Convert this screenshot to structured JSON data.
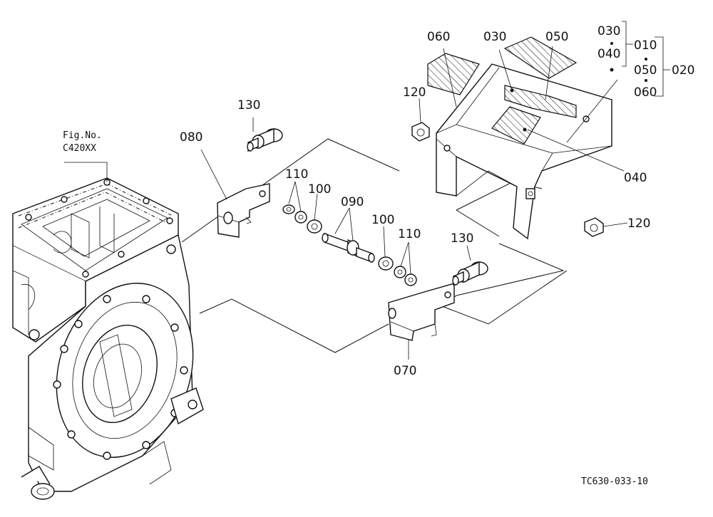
{
  "figure": {
    "fig_label": "Fig.No.",
    "fig_code": "C420XX",
    "drawing_code": "TC630-033-10"
  },
  "callouts": {
    "p010": "010",
    "p020": "020",
    "p030_top": "030",
    "p030_mid": "030",
    "p040_group": "040",
    "p040_right": "040",
    "p050_top": "050",
    "p050_group": "050",
    "p060_top": "060",
    "p060_group": "060",
    "p070": "070",
    "p080": "080",
    "p090": "090",
    "p100_left": "100",
    "p100_right": "100",
    "p110_left": "110",
    "p110_right": "110",
    "p120_left": "120",
    "p120_right": "120",
    "p130_left": "130",
    "p130_right": "130"
  }
}
